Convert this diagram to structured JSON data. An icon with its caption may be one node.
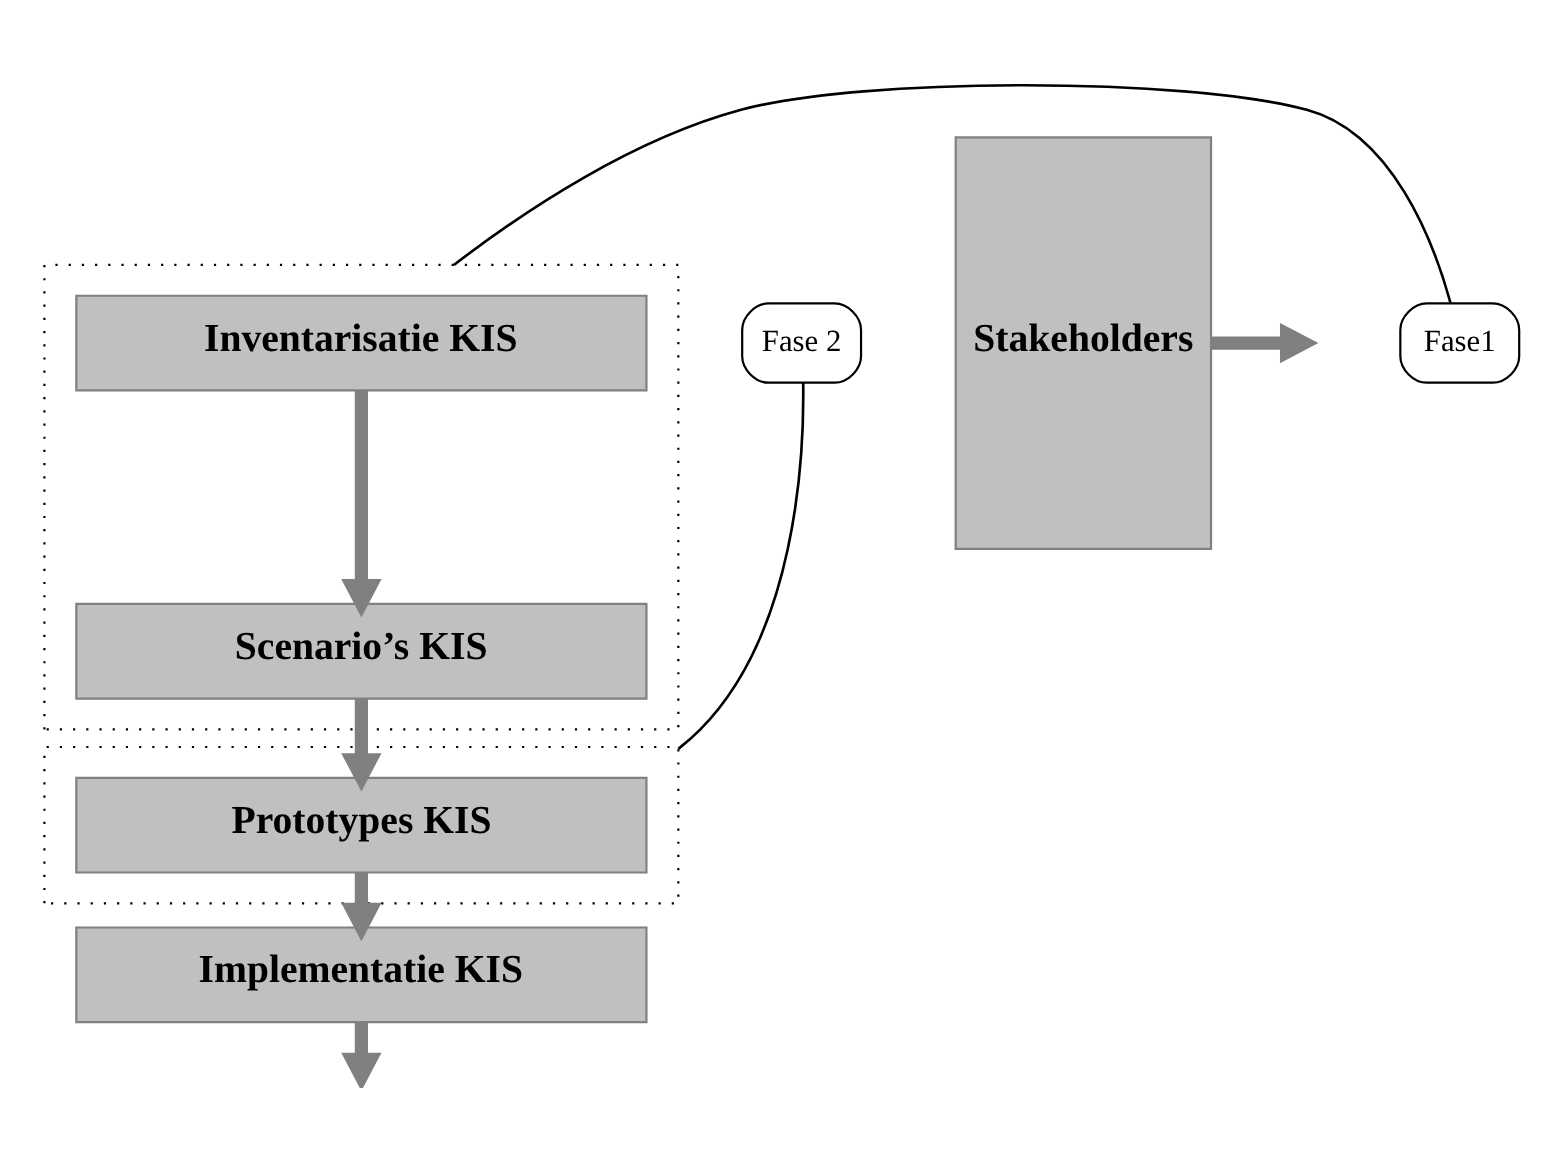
{
  "diagram": {
    "nodes": [
      {
        "text": [],
        "shape": "box"
      },
      {
        "text": [
          "Inventarisatie KIS"
        ],
        "in": 0
      },
      {
        "text": [
          "Scenario’s KIS"
        ],
        "in": 0
      },
      {
        "text": [],
        "shape": "box"
      },
      {
        "text": [
          "Prototypes KIS"
        ],
        "in": 3
      },
      {
        "text": [
          "Implementatie KIS"
        ]
      },
      {
        "text": [
          "Stakeholders"
        ]
      },
      {
        "text": [
          "Fase1"
        ]
      },
      {
        "text": [
          "Fase 2"
        ]
      }
    ],
    "edges": [
      {
        "from": 1,
        "to": 2,
        "arrow": "to"
      },
      {
        "from": 2,
        "to": 4,
        "arrow": "to"
      },
      {
        "from": 4,
        "to": 5,
        "arrow": "to"
      },
      {
        "from": 5,
        "to": null,
        "arrow": "to"
      },
      {
        "from": 6,
        "to": null,
        "arrow": "to"
      },
      {
        "from": 7,
        "to": 0,
        "arrow": "none",
        "color": "#000000"
      },
      {
        "from": 8,
        "to": 3,
        "arrow": "none",
        "color": "#000000"
      }
    ]
  }
}
